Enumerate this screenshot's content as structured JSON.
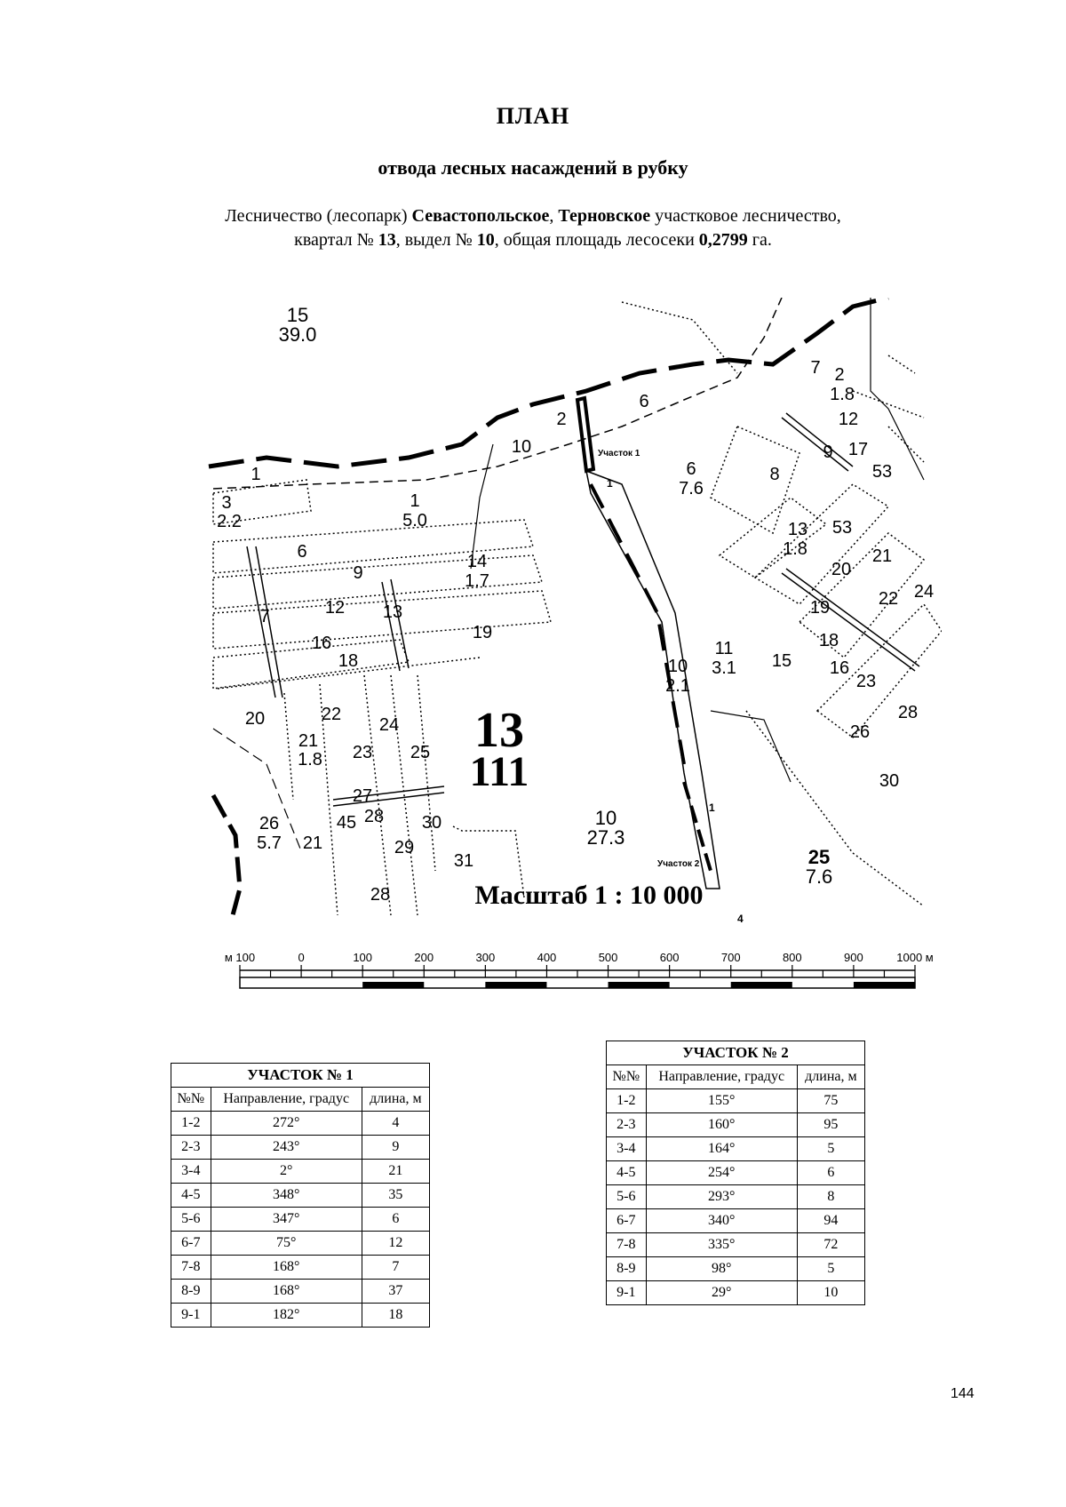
{
  "title": "ПЛАН",
  "subtitle": "отвода лесных насаждений в рубку",
  "info": {
    "line1_pre": "Лесничество (лесопарк) ",
    "line1_bold1": "Севастопольское",
    "line1_sep": ", ",
    "line1_bold2": "Терновское",
    "line1_post": "  участковое лесничество,",
    "line2_pre": "квартал № ",
    "quarter": "13",
    "line2_mid": ", выдел № ",
    "section": "10",
    "line2_mid2": ", общая площадь лесосеки ",
    "area": "0,2799",
    "line2_post": " га."
  },
  "map": {
    "labels": {
      "q15": "15",
      "q15_area": "39.0",
      "b1_top": "1",
      "b3": "3",
      "b3_area": "2.2",
      "b1": "1",
      "b1_area": "5.0",
      "b6_left": "6",
      "b9": "9",
      "b14": "14",
      "b14_area": "1.7",
      "b12": "12",
      "b13_left": "13",
      "b16": "16",
      "b19": "19",
      "b18": "18",
      "b7": "7",
      "b20": "20",
      "b22": "22",
      "b24": "24",
      "b21": "21",
      "b21_area": "1.8",
      "b23": "23",
      "b25": "25",
      "b27": "27",
      "b28": "28",
      "b30": "30",
      "b26": "26",
      "b26_area": "5.7",
      "b21b": "21",
      "b45": "45",
      "b29": "29",
      "b31": "31",
      "b28b": "28",
      "b2": "2",
      "b10top": "10",
      "b6top": "6",
      "b6": "6",
      "b6_area": "7.6",
      "b7r": "7",
      "b2r": "2",
      "b2r_area": "1.8",
      "b12r": "12",
      "b8": "8",
      "b9r": "9",
      "b17": "17",
      "b53": "53",
      "b13r": "13",
      "b13r_area": "1.8",
      "b53b": "53",
      "b20r": "20",
      "b21r": "21",
      "b22r": "22",
      "b24r": "24",
      "b19r": "19",
      "b18r": "18",
      "b10v": "10",
      "b10v_area": "2.1",
      "b11": "11",
      "b11_area": "3.1",
      "b15": "15",
      "b16r": "16",
      "b23r": "23",
      "b28r": "28",
      "b26r": "26",
      "b30r": "30",
      "b10big": "10",
      "b10big_area": "27.3",
      "b25_area": "7.6",
      "quarter_num": "13",
      "quarter_area": "111",
      "plot1": "Участок 1",
      "plot2": "Участок 2",
      "scale": "Масштаб  1 : 10 000",
      "pt_1a": "1",
      "pt_1b": "1",
      "pt_4": "4"
    },
    "scale_ticks": [
      "м 100",
      "0",
      "100",
      "200",
      "300",
      "400",
      "500",
      "600",
      "700",
      "800",
      "900",
      "1000 м"
    ]
  },
  "plot1": {
    "caption": "УЧАСТОК № 1",
    "headers": [
      "№№",
      "Направление, градус",
      "длина, м"
    ],
    "rows": [
      [
        "1-2",
        "272°",
        "4"
      ],
      [
        "2-3",
        "243°",
        "9"
      ],
      [
        "3-4",
        "2°",
        "21"
      ],
      [
        "4-5",
        "348°",
        "35"
      ],
      [
        "5-6",
        "347°",
        "6"
      ],
      [
        "6-7",
        "75°",
        "12"
      ],
      [
        "7-8",
        "168°",
        "7"
      ],
      [
        "8-9",
        "168°",
        "37"
      ],
      [
        "9-1",
        "182°",
        "18"
      ]
    ]
  },
  "plot2": {
    "caption": "УЧАСТОК № 2",
    "headers": [
      "№№",
      "Направление, градус",
      "длина, м"
    ],
    "rows": [
      [
        "1-2",
        "155°",
        "75"
      ],
      [
        "2-3",
        "160°",
        "95"
      ],
      [
        "3-4",
        "164°",
        "5"
      ],
      [
        "4-5",
        "254°",
        "6"
      ],
      [
        "5-6",
        "293°",
        "8"
      ],
      [
        "6-7",
        "340°",
        "94"
      ],
      [
        "7-8",
        "335°",
        "72"
      ],
      [
        "8-9",
        "98°",
        "5"
      ],
      [
        "9-1",
        "29°",
        "10"
      ]
    ]
  },
  "page_number": "144"
}
